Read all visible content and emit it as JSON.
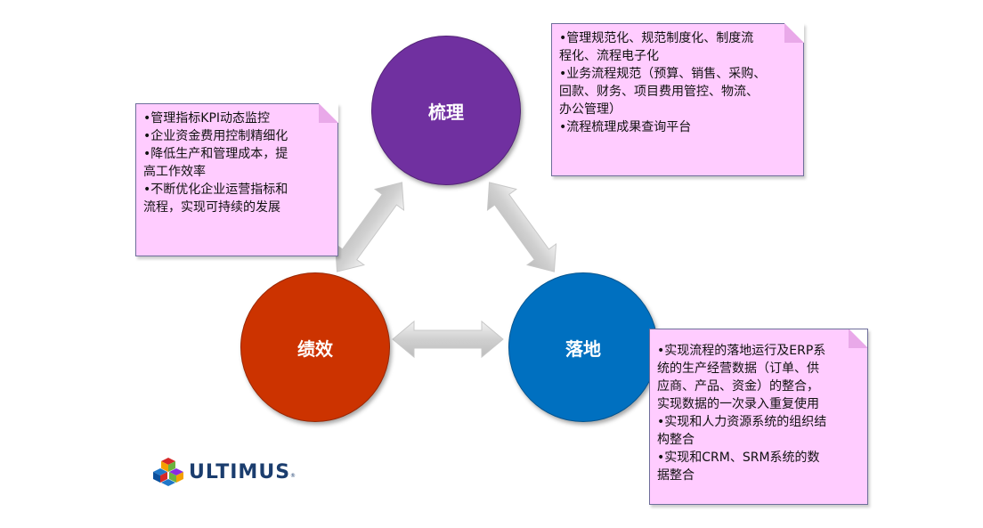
{
  "nodes": {
    "shuli": {
      "label": "梳理",
      "color": "#7030a0"
    },
    "jixiao": {
      "label": "绩效",
      "color": "#cc3300"
    },
    "luodi": {
      "label": "落地",
      "color": "#0070c0"
    }
  },
  "notes": {
    "left": {
      "items": [
        "•管理指标KPI动态监控",
        "•企业资金费用控制精细化",
        "•降低生产和管理成本，提\n高工作效率",
        "•不断优化企业运营指标和\n流程，实现可持续的发展"
      ]
    },
    "top": {
      "items": [
        "•管理规范化、规范制度化、制度流\n程化、流程电子化",
        "•业务流程规范（预算、销售、采购、\n回款、财务、项目费用管控、物流、\n办公管理）",
        "•流程梳理成果查询平台"
      ]
    },
    "right": {
      "items": [
        "•实现流程的落地运行及ERP系\n统的生产经营数据（订单、供\n应商、产品、资金）的整合，\n实现数据的一次录入重复使用",
        "•实现和人力资源系统的组织结\n构整合",
        "•实现和CRM、SRM系统的数\n据整合"
      ]
    }
  },
  "colors": {
    "note_fill": "#ffccff",
    "arrow_fill": "#d9d9d9"
  },
  "logo": {
    "text": "ULTIMUS",
    "reg": "®",
    "cube_icon": "cube-cluster-icon"
  }
}
